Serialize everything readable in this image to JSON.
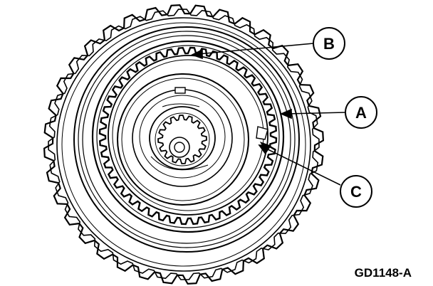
{
  "figure": {
    "code": "GD1148-A"
  },
  "callouts": [
    {
      "id": "B",
      "label": "B"
    },
    {
      "id": "A",
      "label": "A"
    },
    {
      "id": "C",
      "label": "C"
    }
  ],
  "colors": {
    "ink": "#000000",
    "paper": "#ffffff"
  }
}
